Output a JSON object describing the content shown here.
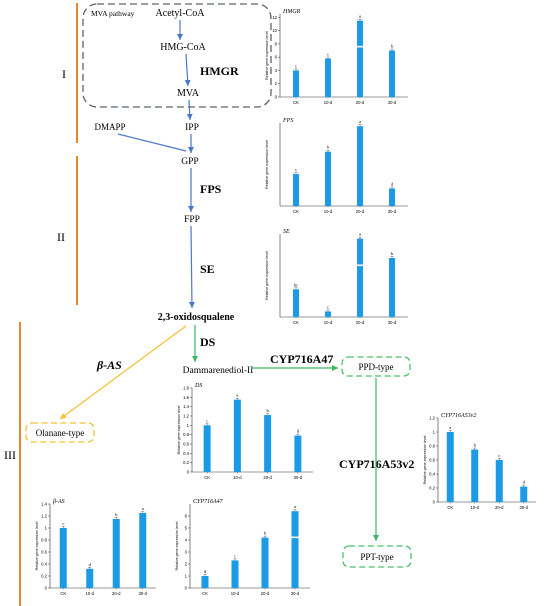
{
  "phases": {
    "p1": "I",
    "p2": "II",
    "p3": "III"
  },
  "pathway": {
    "mva_label": "MVA pathway",
    "acetyl_coa": "Acetyl-CoA",
    "hmg_coa": "HMG-CoA",
    "hmgr": "HMGR",
    "mva": "MVA",
    "dmapp": "DMAPP",
    "ipp": "IPP",
    "gpp": "GPP",
    "fps": "FPS",
    "fpp": "FPP",
    "se": "SE",
    "oxidosqualene": "2,3-oxidosqualene",
    "ds": "DS",
    "beta_as": "β-AS",
    "dammarenediol": "Dammarenediol-II",
    "cyp716a47": "CYP716A47",
    "cyp716a53v2": "CYP716A53v2",
    "ppd": "PPD-type",
    "ppt": "PPT-type",
    "oleanane": "Olanane-type"
  },
  "colors": {
    "bar": "#1b9ae6",
    "phase_line": "#e8862d",
    "arrow_blue": "#4a78c8",
    "arrow_yellow": "#f3c030",
    "arrow_green": "#3cb560",
    "dash_yellow": "#f2c230",
    "dash_green": "#4dbf6a",
    "dash_gray": "#5a6472"
  },
  "chart_data": [
    {
      "id": "hmgr",
      "type": "bar",
      "title": "HMGR",
      "ylabel": "Relative gene expression level",
      "categories": [
        "CK",
        "10-d",
        "20-d",
        "30-d"
      ],
      "values": [
        4.0,
        5.8,
        11.5,
        7.0
      ],
      "letters": [
        "c",
        "c",
        "a",
        "b"
      ],
      "ylim": [
        0,
        12.5
      ],
      "yticks": [
        0,
        2,
        4,
        6,
        8,
        10,
        12
      ],
      "break": true
    },
    {
      "id": "fps",
      "type": "bar",
      "title": "FPS",
      "ylabel": "Relative gene expression level",
      "categories": [
        "CK",
        "10-d",
        "20-d",
        "30-d"
      ],
      "values": [
        1.0,
        1.7,
        2.5,
        0.55
      ],
      "letters": [
        "c",
        "b",
        "a",
        "d"
      ],
      "ylim": [
        0,
        2.6
      ],
      "yticks": [],
      "break": false
    },
    {
      "id": "se",
      "type": "bar",
      "title": "SE",
      "ylabel": "Relative gene expression level",
      "categories": [
        "CK",
        "10-d",
        "20-d",
        "30-d"
      ],
      "values": [
        3.0,
        0.6,
        8.5,
        6.4
      ],
      "letters": [
        "bc",
        "c",
        "a",
        "b"
      ],
      "ylim": [
        0,
        9
      ],
      "yticks": [],
      "break": true
    },
    {
      "id": "ds",
      "type": "bar",
      "title": "DS",
      "ylabel": "Relative gene expression level",
      "categories": [
        "CK",
        "10-d",
        "20-d",
        "30-d"
      ],
      "values": [
        1.0,
        1.55,
        1.22,
        0.78
      ],
      "letters": [
        "c",
        "a",
        "b",
        "d"
      ],
      "ylim": [
        0,
        1.8
      ],
      "yticks": [
        0,
        0.2,
        0.4,
        0.6,
        0.8,
        1.0,
        1.2,
        1.4,
        1.6,
        1.8
      ],
      "break": false
    },
    {
      "id": "beta_as",
      "type": "bar",
      "title": "β-AS",
      "ylabel": "Relative gene expression level",
      "categories": [
        "CK",
        "10-d",
        "20-d",
        "30-d"
      ],
      "values": [
        1.0,
        0.32,
        1.15,
        1.25
      ],
      "letters": [
        "c",
        "d",
        "b",
        "a"
      ],
      "ylim": [
        0,
        1.4
      ],
      "yticks": [
        0,
        0.2,
        0.4,
        0.6,
        0.8,
        1.0,
        1.2,
        1.4
      ],
      "break": false
    },
    {
      "id": "cyp716a47",
      "type": "bar",
      "title": "CYP716A47",
      "ylabel": "Relative gene expression level",
      "categories": [
        "CK",
        "10-d",
        "20-d",
        "30-d"
      ],
      "values": [
        1.0,
        2.3,
        4.2,
        6.4
      ],
      "letters": [
        "d",
        "c",
        "b",
        "a"
      ],
      "ylim": [
        0,
        7
      ],
      "yticks": [
        0,
        1,
        2,
        3,
        4,
        5,
        6
      ],
      "break": true
    },
    {
      "id": "cyp716a53v2",
      "type": "bar",
      "title": "CYP716A53v2",
      "ylabel": "Relative gene expression level",
      "categories": [
        "CK",
        "10-d",
        "20-d",
        "30-d"
      ],
      "values": [
        1.0,
        0.75,
        0.6,
        0.22
      ],
      "letters": [
        "a",
        "b",
        "c",
        "d"
      ],
      "ylim": [
        0,
        1.2
      ],
      "yticks": [
        0,
        0.2,
        0.4,
        0.6,
        0.8,
        1.0,
        1.2
      ],
      "break": false
    }
  ]
}
